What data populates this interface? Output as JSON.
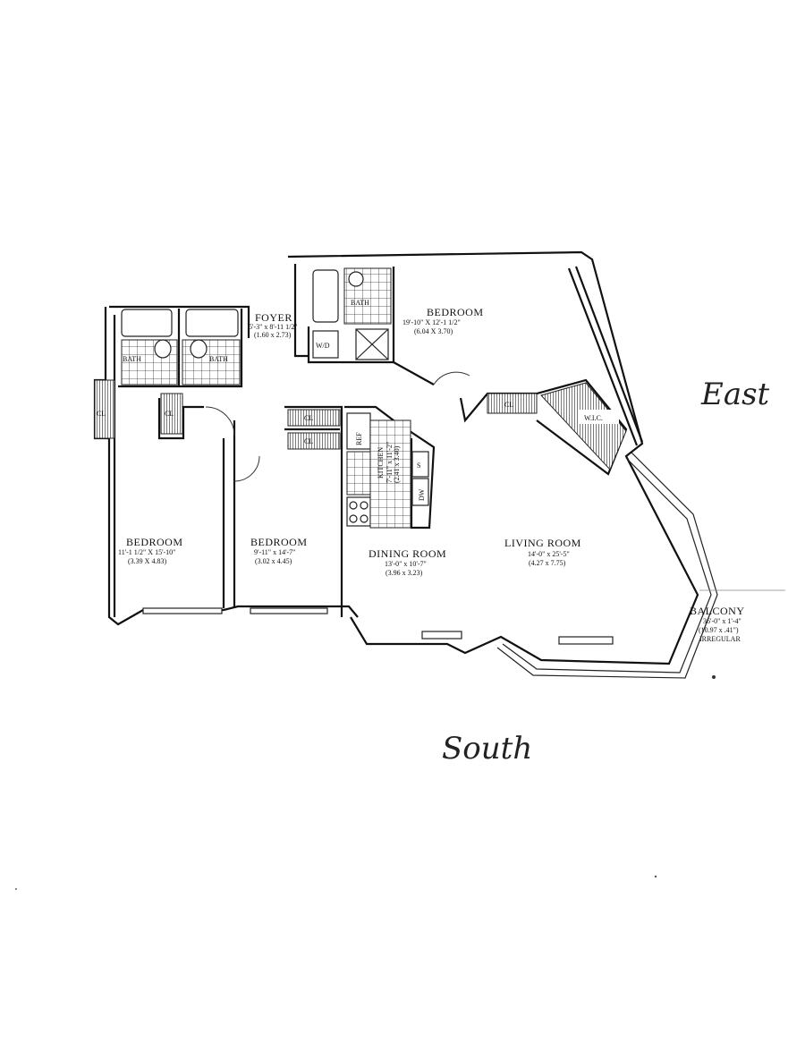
{
  "rooms": {
    "foyer": {
      "name": "FOYER",
      "dim_imperial": "5'-3\" x 8'-11 1/2\"",
      "dim_metric": "(1.60 x 2.73)"
    },
    "master_bedroom": {
      "name": "BEDROOM",
      "dim_imperial": "19'-10\" X 12'-1 1/2\"",
      "dim_metric": "(6.04 X 3.70)"
    },
    "bedroom_left": {
      "name": "BEDROOM",
      "dim_imperial": "11'-1 1/2\" X 15'-10\"",
      "dim_metric": "(3.39 X 4.83)"
    },
    "bedroom_mid": {
      "name": "BEDROOM",
      "dim_imperial": "9'-11\" x 14'-7\"",
      "dim_metric": "(3.02 x 4.45)"
    },
    "dining": {
      "name": "DINING ROOM",
      "dim_imperial": "13'-0\" x 10'-7\"",
      "dim_metric": "(3.96 x 3.23)"
    },
    "living": {
      "name": "LIVING ROOM",
      "dim_imperial": "14'-0\" x 25'-5\"",
      "dim_metric": "(4.27 x 7.75)"
    },
    "balcony": {
      "name": "BALCONY",
      "dim_imperial": "36'-0\" x 1'-4\"",
      "dim_metric": "(10.97 x .41\")",
      "note": "IRREGULAR"
    },
    "kitchen": {
      "name": "KITCHEN",
      "dim_imperial": "7'-11\" x 11'-2\"",
      "dim_metric": "(2.41 x 3.40)"
    }
  },
  "fixtures": {
    "bath": "BATH",
    "closet": "CL",
    "washer_dryer": "W/D",
    "walk_in_closet": "W.I.C.",
    "refrigerator": "REF",
    "dishwasher": "DW",
    "sink": "S"
  },
  "orientation": {
    "east": "East",
    "south": "South"
  }
}
